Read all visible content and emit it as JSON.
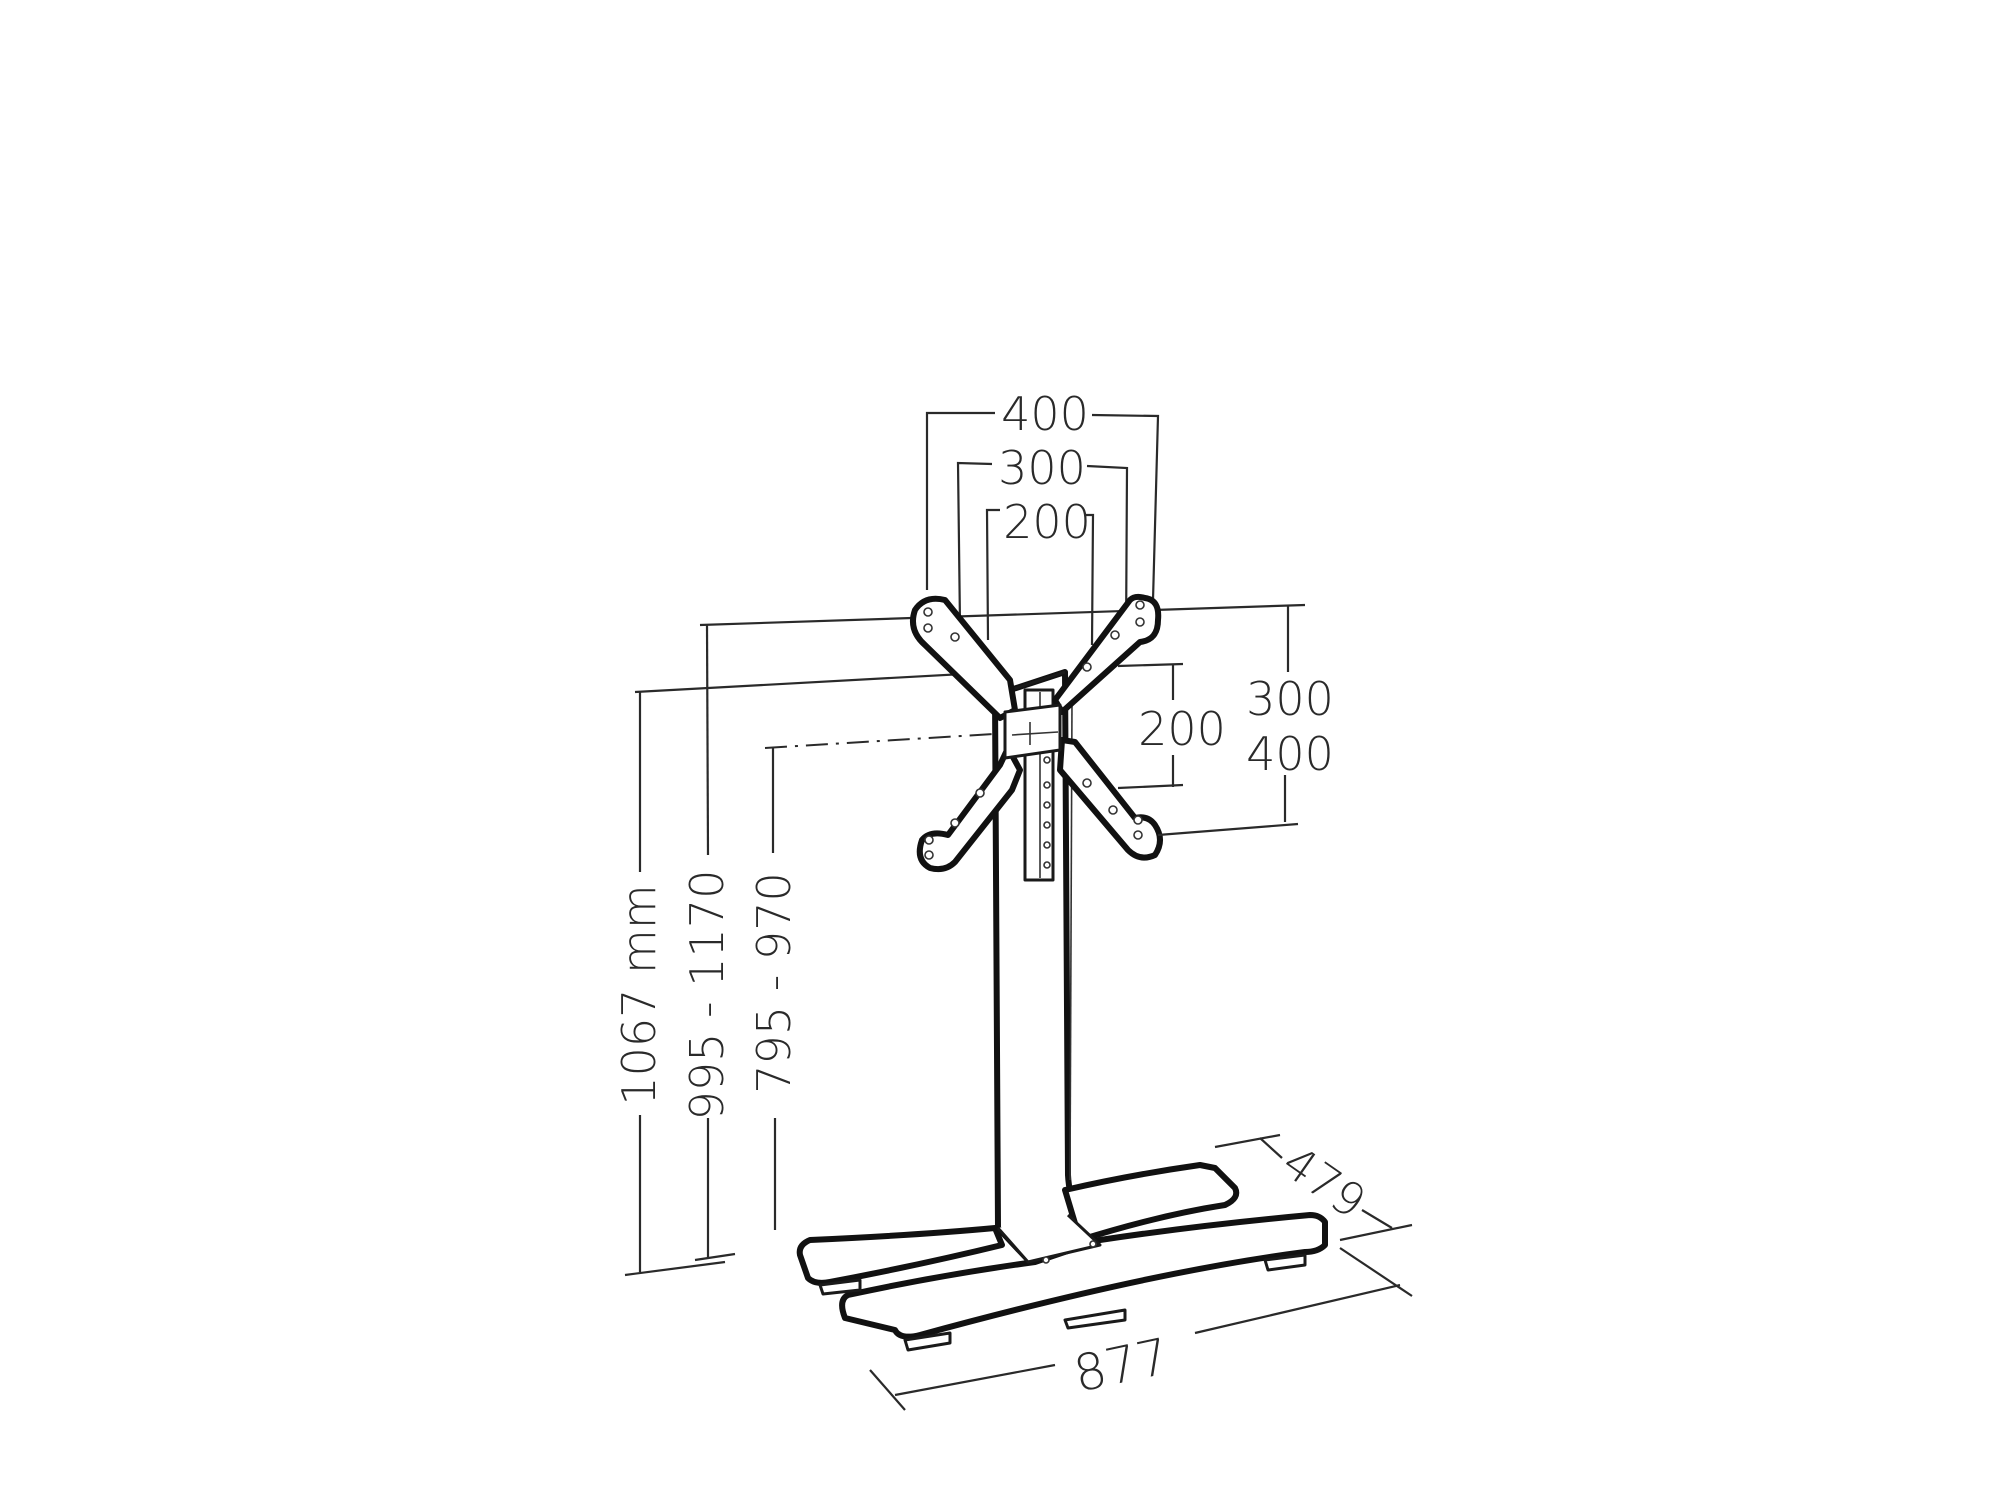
{
  "diagram": {
    "title": "",
    "subject": "TV floor stand with VESA mount plate",
    "colors": {
      "background": "#ffffff",
      "line": "#111111",
      "dimension": "#2a2a2a"
    },
    "vesa_width_labels": [
      "400",
      "300",
      "200"
    ],
    "vesa_height_labels": {
      "inner": "200",
      "outer_top": "300",
      "outer_bottom": "400"
    },
    "height_labels": {
      "total": "1067 mm",
      "top_range": "995 - 1170",
      "center_range": "795 - 970"
    },
    "base_labels": {
      "depth": "479",
      "width": "877"
    }
  }
}
